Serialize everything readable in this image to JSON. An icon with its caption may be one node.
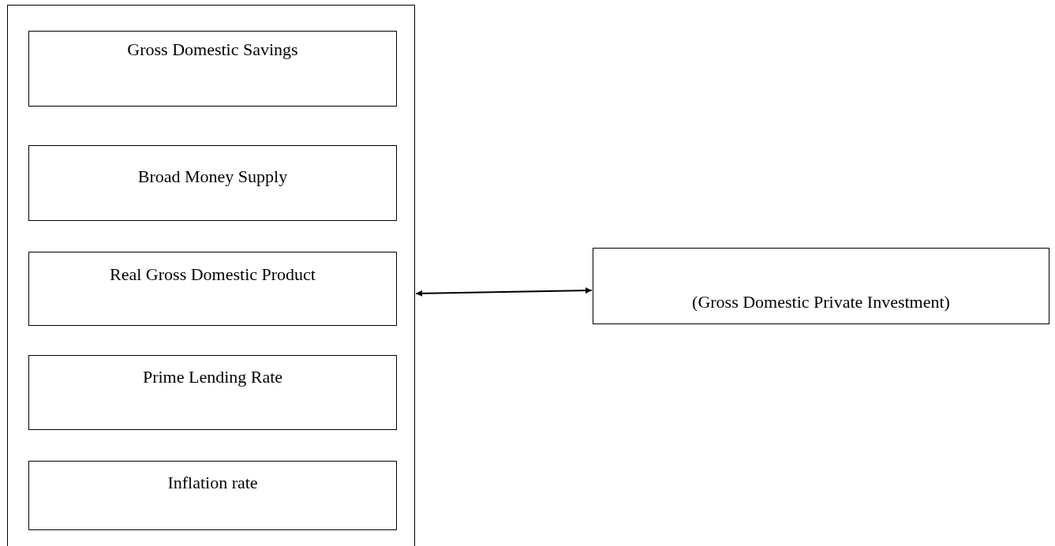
{
  "diagram": {
    "nodes": [
      {
        "text": [],
        "shape": "box"
      },
      {
        "text": [
          "Gross Domestic Savings"
        ],
        "in": 0
      },
      {
        "text": [
          "Broad Money Supply"
        ],
        "in": 0
      },
      {
        "text": [
          "Real Gross Domestic Product"
        ],
        "in": 0
      },
      {
        "text": [
          "Prime Lending Rate"
        ],
        "in": 0
      },
      {
        "text": [
          "Inflation rate"
        ],
        "in": 0
      },
      {
        "text": [
          "(Gross Domestic Private Investment)"
        ]
      }
    ],
    "edges": [
      {
        "from": 0,
        "to": 6,
        "arrow": "both"
      }
    ]
  }
}
